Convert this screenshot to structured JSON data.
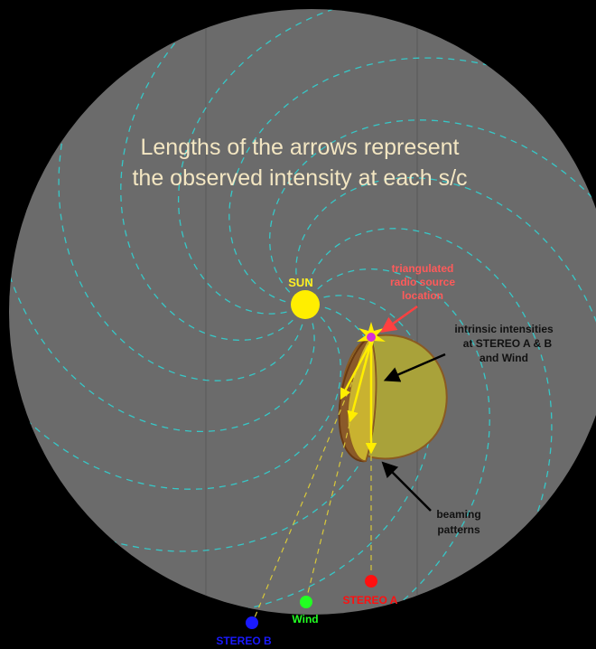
{
  "headline": {
    "line1": "Lengths of the arrows represent",
    "line2": "the observed intensity at each s/c"
  },
  "labels": {
    "sun": "SUN",
    "radio_line1": "triangulated",
    "radio_line2": "radio source",
    "radio_line3": "location",
    "intrinsic_line1": "intrinsic intensities",
    "intrinsic_line2": "at STEREO A & B",
    "intrinsic_line3": "and Wind",
    "beaming_line1": "beaming",
    "beaming_line2": "patterns"
  },
  "spacecraft": [
    {
      "name": "STEREO A",
      "color": "#ff1010"
    },
    {
      "name": "Wind",
      "color": "#22ff22"
    },
    {
      "name": "STEREO B",
      "color": "#1a1aff"
    }
  ],
  "colors": {
    "background": "#000000",
    "disk": "#6b6b6b",
    "spiral": "#36c8c8",
    "sun": "#ffee00",
    "sun_label": "#ffee22",
    "radio_label": "#ff5a5a",
    "headline": "#f3e6c2",
    "beam_large": "#a9a23a",
    "beam_small": "#8a5a2a",
    "arrow": "#ffee00",
    "dark_label": "#111111"
  }
}
